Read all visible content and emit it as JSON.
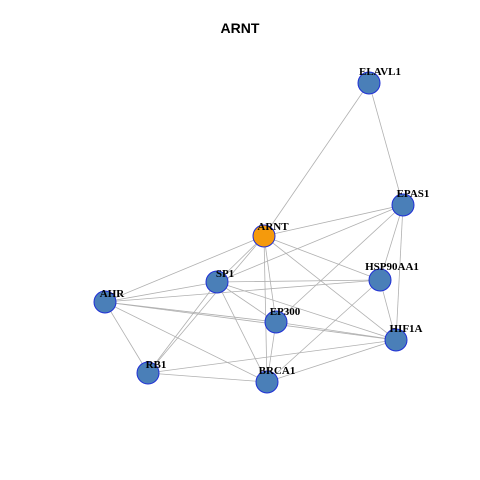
{
  "title": "ARNT",
  "colors": {
    "node_fill": "#4a7fb8",
    "node_stroke": "#1f2fd6",
    "focus_fill": "#f59a0c",
    "focus_stroke": "#1f2fd6",
    "edge": "#b0b0b0"
  },
  "nodes": [
    {
      "id": "ARNT",
      "label": "ARNT",
      "focus": true
    },
    {
      "id": "ELAVL1",
      "label": "ELAVL1"
    },
    {
      "id": "EPAS1",
      "label": "EPAS1"
    },
    {
      "id": "HSP90AA1",
      "label": "HSP90AA1"
    },
    {
      "id": "SP1",
      "label": "SP1"
    },
    {
      "id": "AHR",
      "label": "AHR"
    },
    {
      "id": "EP300",
      "label": "EP300"
    },
    {
      "id": "HIF1A",
      "label": "HIF1A"
    },
    {
      "id": "RB1",
      "label": "RB1"
    },
    {
      "id": "BRCA1",
      "label": "BRCA1"
    }
  ],
  "edges": [
    [
      "ARNT",
      "ELAVL1"
    ],
    [
      "ARNT",
      "EPAS1"
    ],
    [
      "ARNT",
      "HSP90AA1"
    ],
    [
      "ARNT",
      "SP1"
    ],
    [
      "ARNT",
      "AHR"
    ],
    [
      "ARNT",
      "EP300"
    ],
    [
      "ARNT",
      "HIF1A"
    ],
    [
      "ARNT",
      "RB1"
    ],
    [
      "ARNT",
      "BRCA1"
    ],
    [
      "ELAVL1",
      "EPAS1"
    ],
    [
      "EPAS1",
      "SP1"
    ],
    [
      "EPAS1",
      "HSP90AA1"
    ],
    [
      "EPAS1",
      "HIF1A"
    ],
    [
      "EPAS1",
      "EP300"
    ],
    [
      "HSP90AA1",
      "SP1"
    ],
    [
      "HSP90AA1",
      "AHR"
    ],
    [
      "HSP90AA1",
      "HIF1A"
    ],
    [
      "HSP90AA1",
      "BRCA1"
    ],
    [
      "SP1",
      "AHR"
    ],
    [
      "SP1",
      "EP300"
    ],
    [
      "SP1",
      "RB1"
    ],
    [
      "SP1",
      "BRCA1"
    ],
    [
      "SP1",
      "HIF1A"
    ],
    [
      "AHR",
      "EP300"
    ],
    [
      "AHR",
      "RB1"
    ],
    [
      "AHR",
      "BRCA1"
    ],
    [
      "AHR",
      "HIF1A"
    ],
    [
      "EP300",
      "HIF1A"
    ],
    [
      "EP300",
      "BRCA1"
    ],
    [
      "HIF1A",
      "BRCA1"
    ],
    [
      "HIF1A",
      "RB1"
    ],
    [
      "RB1",
      "BRCA1"
    ]
  ]
}
